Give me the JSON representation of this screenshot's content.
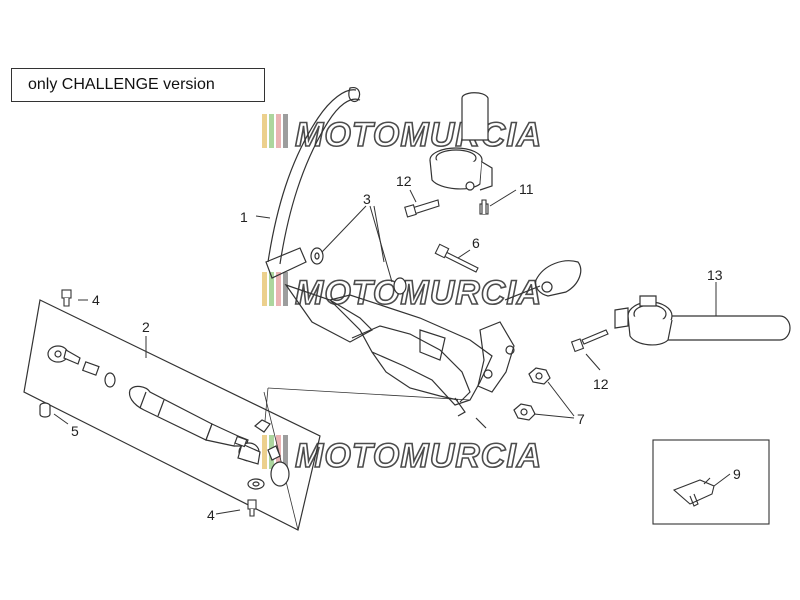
{
  "note_box": {
    "text": "only CHALLENGE version"
  },
  "watermark": {
    "text": "MOTOMURCIA"
  },
  "callouts": {
    "c1": "1",
    "c2": "2",
    "c3": "3",
    "c4a": "4",
    "c4b": "4",
    "c5": "5",
    "c6": "6",
    "c7": "7",
    "c9": "9",
    "c11": "11",
    "c12a": "12",
    "c12b": "12",
    "c13": "13"
  },
  "colors": {
    "line": "#333333",
    "watermark_dark": "#2d2d2d",
    "watermark_stripes": [
      "#e9c87a",
      "#9fcf8e",
      "#e7a6a6",
      "#8d8d8d"
    ]
  }
}
